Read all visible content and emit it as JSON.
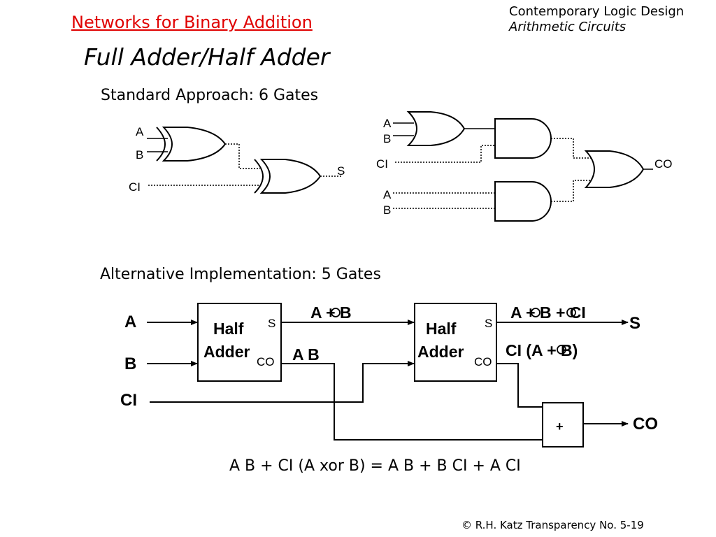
{
  "header": {
    "section_title": "Networks for Binary Addition",
    "course_title": "Contemporary Logic Design",
    "course_subtitle": "Arithmetic Circuits"
  },
  "slide_title": "Full Adder/Half Adder",
  "standard": {
    "heading": "Standard Approach:  6 Gates",
    "sum_inputs": [
      "A",
      "B",
      "CI"
    ],
    "sum_output": "S",
    "carry_inputs_top": [
      "A",
      "B",
      "CI"
    ],
    "carry_inputs_bottom": [
      "A",
      "B"
    ],
    "carry_output": "CO"
  },
  "alternative": {
    "heading": "Alternative Implementation:  5 Gates",
    "inputs": [
      "A",
      "B",
      "CI"
    ],
    "half_adder_line1": "Half",
    "half_adder_line2": "Adder",
    "port_s": "S",
    "port_co": "CO",
    "wire_a_xor_b": "A + B",
    "wire_a_and_b": "A B",
    "wire_sum": "A + B + CI",
    "wire_ci_term": "CI (A + B)",
    "or_symbol": "+",
    "output_s": "S",
    "output_co": "CO"
  },
  "equation": "A B + CI (A xor B) = A B + B CI + A CI",
  "footer": "© R.H. Katz   Transparency No. 5-19"
}
